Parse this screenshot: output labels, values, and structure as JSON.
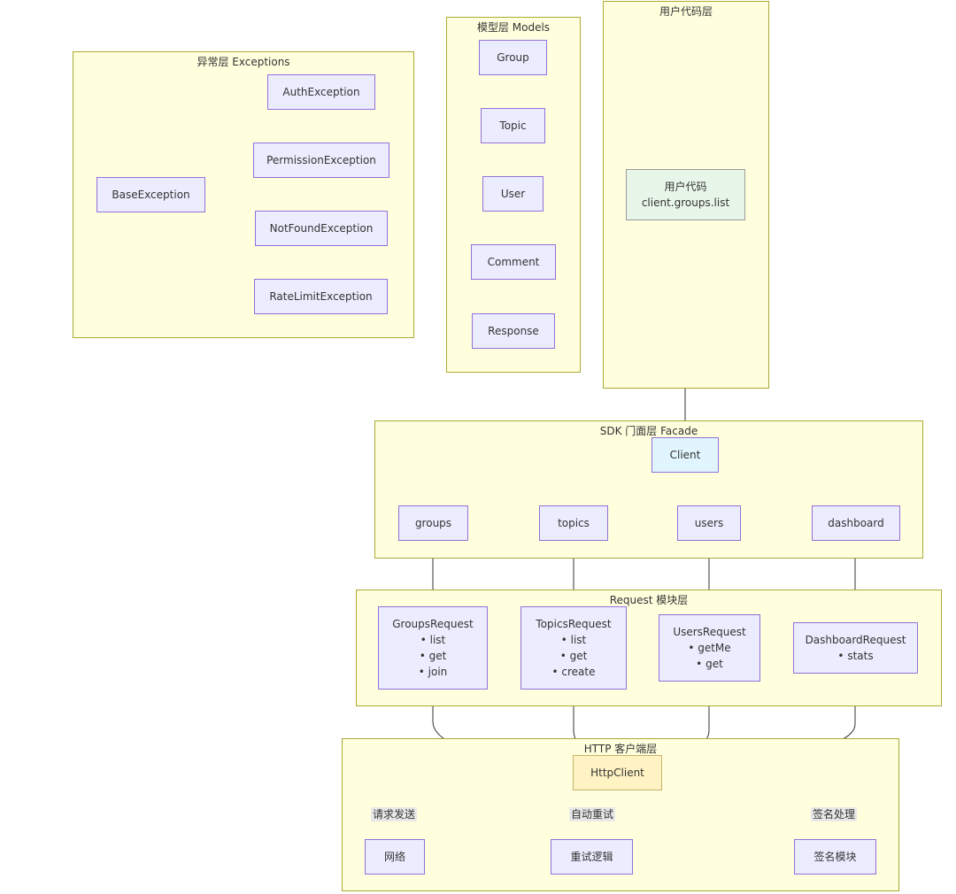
{
  "clusters": {
    "exceptions": "异常层 Exceptions",
    "models": "模型层 Models",
    "user_code": "用户代码层",
    "facade": "SDK 门面层 Facade",
    "request": "Request 模块层",
    "http": "HTTP 客户端层"
  },
  "nodes": {
    "base_exception": "BaseException",
    "auth_exception": "AuthException",
    "permission_exception": "PermissionException",
    "not_found_exception": "NotFoundException",
    "rate_limit_exception": "RateLimitException",
    "group": "Group",
    "topic": "Topic",
    "user": "User",
    "comment": "Comment",
    "response": "Response",
    "user_code_title": "用户代码",
    "user_code_call": "client.groups.list",
    "client": "Client",
    "groups": "groups",
    "topics": "topics",
    "users": "users",
    "dashboard": "dashboard",
    "groups_request": {
      "title": "GroupsRequest",
      "items": [
        "list",
        "get",
        "join"
      ]
    },
    "topics_request": {
      "title": "TopicsRequest",
      "items": [
        "list",
        "get",
        "create"
      ]
    },
    "users_request": {
      "title": "UsersRequest",
      "items": [
        "getMe",
        "get"
      ]
    },
    "dashboard_request": {
      "title": "DashboardRequest",
      "items": [
        "stats"
      ]
    },
    "http_client": "HttpClient",
    "network": "网络",
    "retry_logic": "重试逻辑",
    "signing_module": "签名模块"
  },
  "edge_labels": {
    "send_request": "请求发送",
    "auto_retry": "自动重试",
    "signing": "签名处理"
  }
}
